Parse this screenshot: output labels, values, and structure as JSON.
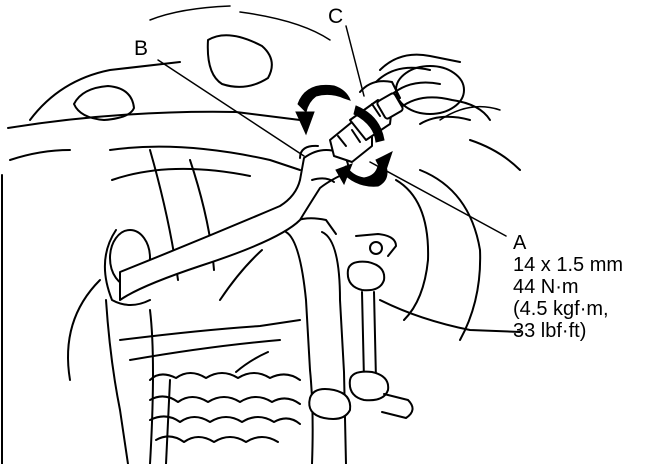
{
  "callouts": {
    "a": "A",
    "b": "B",
    "c": "C"
  },
  "spec": {
    "thread": "14 x 1.5 mm",
    "torque_nm": "44 N·m",
    "torque_kgf": "(4.5 kgf·m,",
    "torque_lbf": "33 lbf·ft)"
  }
}
